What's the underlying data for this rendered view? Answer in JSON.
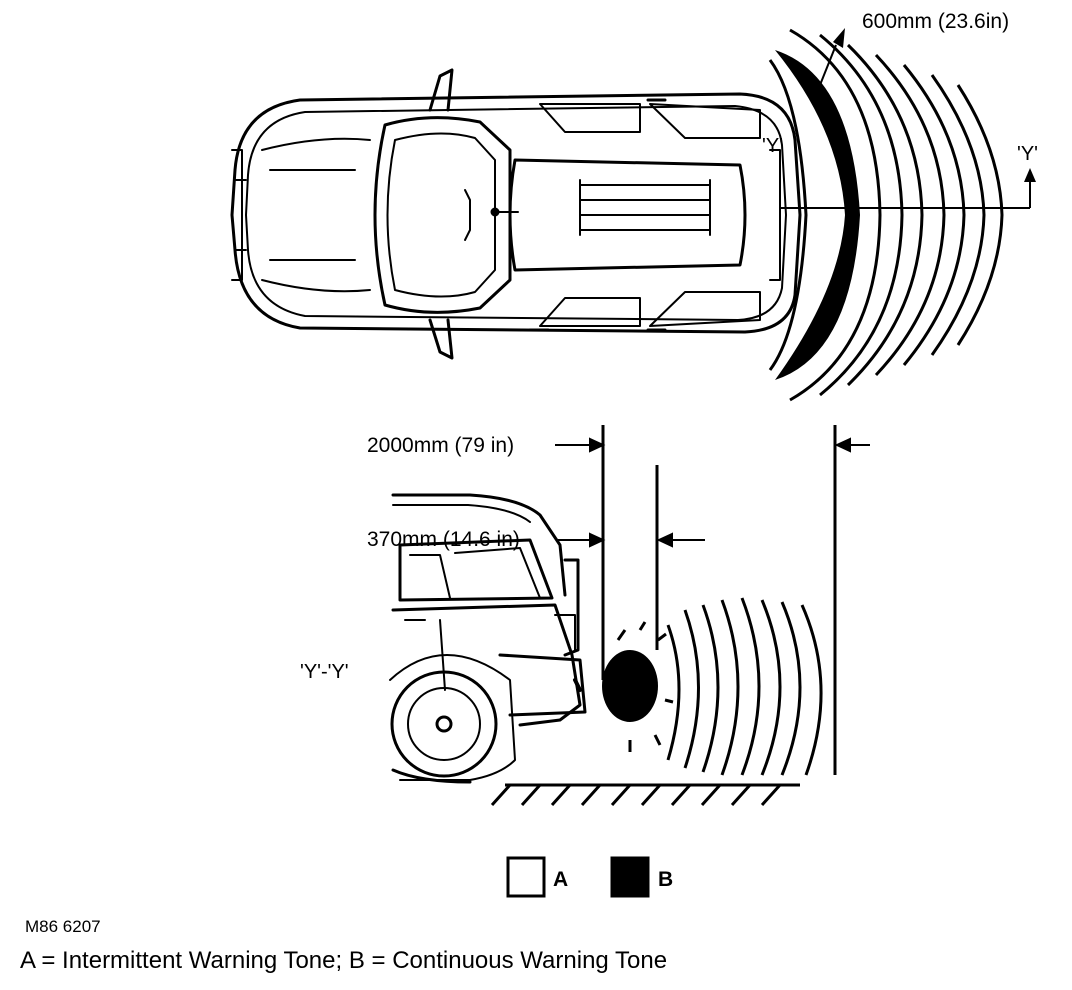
{
  "labels": {
    "dim_600": "600mm (23.6in)",
    "section_y": "'Y'",
    "section_y_right": "'Y'",
    "dim_2000": "2000mm (79 in)",
    "dim_370": "370mm (14.6 in)",
    "section_yy": "'Y'-'Y'"
  },
  "legend": {
    "a_key": "A",
    "b_key": "B",
    "a_fill": "#ffffff",
    "b_fill": "#000000"
  },
  "reference_code": "M86 6207",
  "caption": "A = Intermittent Warning Tone; B = Continuous Warning Tone"
}
